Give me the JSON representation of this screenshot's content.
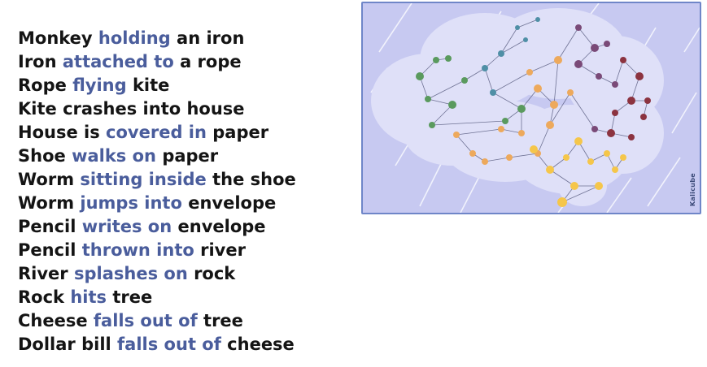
{
  "story": [
    {
      "subject": "Monkey",
      "verb": "holding",
      "object": "an iron"
    },
    {
      "subject": "Iron",
      "verb": "attached to",
      "object": "a rope"
    },
    {
      "subject": "Rope",
      "verb": "flying",
      "object": "kite"
    },
    {
      "subject": "Kite crashes into house",
      "verb": "",
      "object": ""
    },
    {
      "subject": "House is",
      "verb": "covered in",
      "object": "paper"
    },
    {
      "subject": "Shoe",
      "verb": "walks on",
      "object": "paper"
    },
    {
      "subject": "Worm",
      "verb": "sitting inside",
      "object": "the shoe"
    },
    {
      "subject": "Worm",
      "verb": "jumps into",
      "object": "envelope"
    },
    {
      "subject": "Pencil",
      "verb": "writes on",
      "object": "envelope"
    },
    {
      "subject": "Pencil",
      "verb": "thrown into",
      "object": "river"
    },
    {
      "subject": "River",
      "verb": "splashes on",
      "object": "rock"
    },
    {
      "subject": "Rock",
      "verb": "hits",
      "object": "tree"
    },
    {
      "subject": "Cheese",
      "verb": "falls out of",
      "object": "tree"
    },
    {
      "subject": "Dollar bill",
      "verb": "falls out of",
      "object": "cheese"
    }
  ],
  "illustration": {
    "brand": "Kalicube",
    "colors": {
      "background": "#c7c9f1",
      "frame": "#6f86c8",
      "brain": "#dfe0f8",
      "green": "#5a9a5e",
      "teal": "#4f8fa6",
      "orange": "#eda95c",
      "purple": "#7a4a78",
      "red": "#8c3340",
      "yellow": "#f5c64a"
    }
  },
  "colors": {
    "text": "#141414",
    "verb": "#4a5d9c"
  }
}
